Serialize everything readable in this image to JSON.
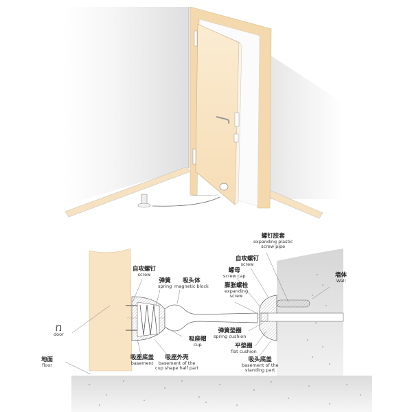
{
  "figure": {
    "top_panel": "perspective view of an open door in a room corner with a floor-mounted door stopper",
    "bottom_panel": "cross-section of door-side cup and wall-side magnetic stopper head"
  },
  "colors": {
    "door_wood": "#f7e3c2",
    "door_edge": "#e9cfa3",
    "wall_grey": "#e6e6e6",
    "floor_grey": "#e9e9e9",
    "line": "#666666",
    "text": "#222222"
  },
  "labels": {
    "door": {
      "zh": "门",
      "en": "door"
    },
    "floor": {
      "zh": "地面",
      "en": "floor"
    },
    "wall": {
      "zh": "墙体",
      "en": "Wall"
    },
    "screw_left": {
      "zh": "自攻螺钉",
      "en": "screw"
    },
    "spring": {
      "zh": "弹簧",
      "en": "spring"
    },
    "magnetic_block": {
      "zh": "吸头体",
      "en": "magnetic block"
    },
    "cup": {
      "zh": "吸座帽",
      "en": "cup"
    },
    "basement": {
      "zh": "吸座底盖",
      "en": "basement"
    },
    "cup_half_part": {
      "zh": "吸座外壳",
      "en": "basement of the",
      "en2": "cup shape half part"
    },
    "plastic_pipe": {
      "zh": "螺钉胶套",
      "en": "expanding plastic",
      "en2": "screw pipe"
    },
    "screw_right": {
      "zh": "自攻螺钉",
      "en": "screw"
    },
    "screw_cap": {
      "zh": "螺母",
      "en": "screw cap"
    },
    "expanding_screw": {
      "zh": "膨胀螺栓",
      "en": "expanding",
      "en2": "screw"
    },
    "spring_cushion": {
      "zh": "弹簧垫圈",
      "en": "spring cushion"
    },
    "flat_cushion": {
      "zh": "平垫圈",
      "en": "flat cushion"
    },
    "standing_part": {
      "zh": "吸头底盖",
      "en": "basement of the",
      "en2": "standing part"
    }
  }
}
